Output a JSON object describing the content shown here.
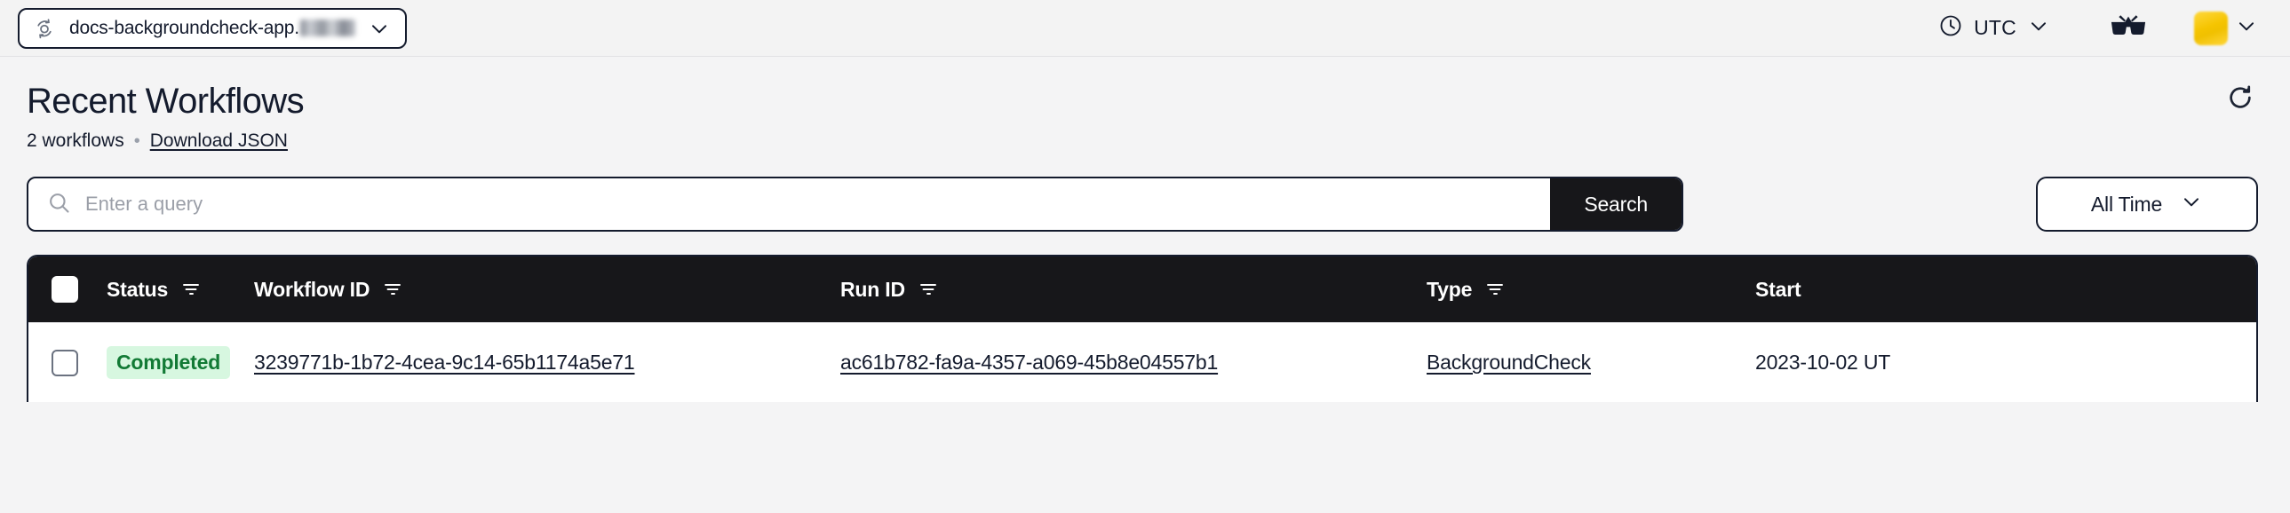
{
  "topbar": {
    "namespace": {
      "icon": "namespace-cycle-icon",
      "label": "docs-backgroundcheck-app.",
      "redacted_suffix": true,
      "caret_icon": "chevron-down-icon"
    },
    "timezone": {
      "icon": "clock-icon",
      "label": "UTC",
      "caret_icon": "chevron-down-icon"
    },
    "glasses_button": {
      "icon": "3d-glasses-icon"
    },
    "user_menu": {
      "avatar_color": "#f5c400",
      "caret_icon": "chevron-down-icon"
    }
  },
  "page": {
    "title": "Recent Workflows",
    "count_label": "2 workflows",
    "separator": "•",
    "download_link": "Download JSON",
    "refresh_icon": "refresh-icon"
  },
  "search": {
    "icon": "search-icon",
    "placeholder": "Enter a query",
    "value": "",
    "submit_label": "Search",
    "time_filter": {
      "label": "All Time",
      "caret_icon": "chevron-down-icon"
    }
  },
  "table": {
    "select_all_checkbox": "unchecked",
    "columns": [
      {
        "key": "status",
        "label": "Status",
        "filter_icon": "filter-icon"
      },
      {
        "key": "wfid",
        "label": "Workflow ID",
        "filter_icon": "filter-icon"
      },
      {
        "key": "runid",
        "label": "Run ID",
        "filter_icon": "filter-icon"
      },
      {
        "key": "type",
        "label": "Type",
        "filter_icon": "filter-icon"
      },
      {
        "key": "start",
        "label": "Start",
        "filter_icon": null
      }
    ],
    "rows": [
      {
        "checkbox": "unchecked",
        "status": "Completed",
        "status_color": "#127a35",
        "status_bg": "#d7f7e0",
        "workflow_id": "3239771b-1b72-4cea-9c14-65b1174a5e71",
        "run_id": "ac61b782-fa9a-4357-a069-45b8e04557b1",
        "type": "BackgroundCheck",
        "start": "2023-10-02 UT"
      }
    ]
  }
}
